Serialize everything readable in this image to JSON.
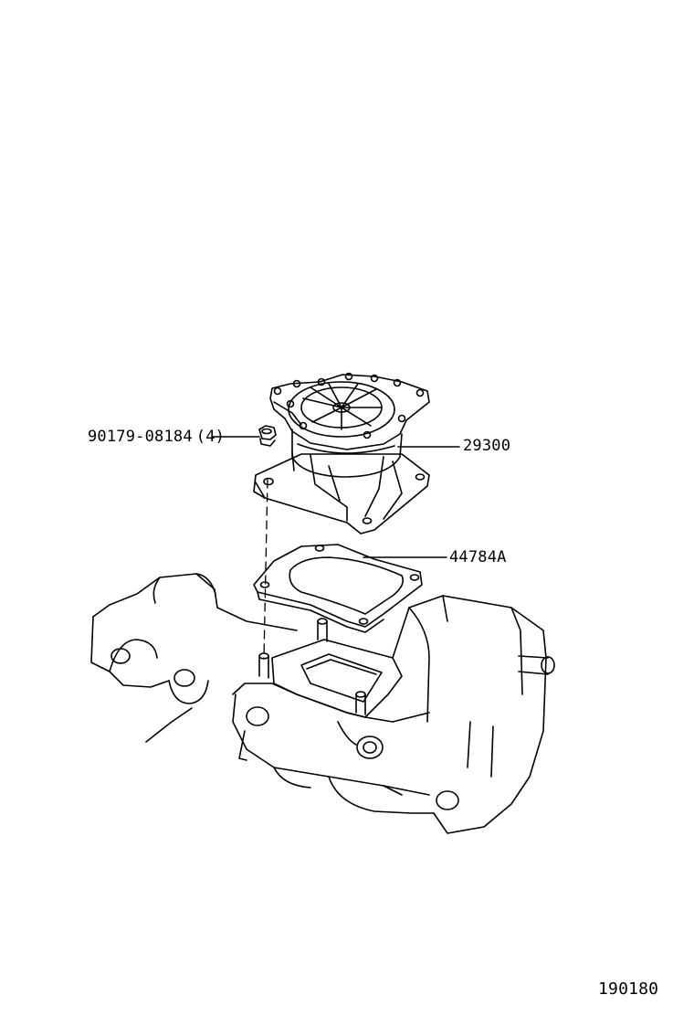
{
  "diagram": {
    "line_color": "#000000",
    "background_color": "#ffffff",
    "parts": [
      {
        "id": "bolt",
        "part_number": "90179-08184",
        "quantity": "(4)"
      },
      {
        "id": "throttle-body-unit",
        "part_number": "29300"
      },
      {
        "id": "gasket",
        "part_number": "44784A"
      }
    ],
    "figure_number": "190180"
  }
}
